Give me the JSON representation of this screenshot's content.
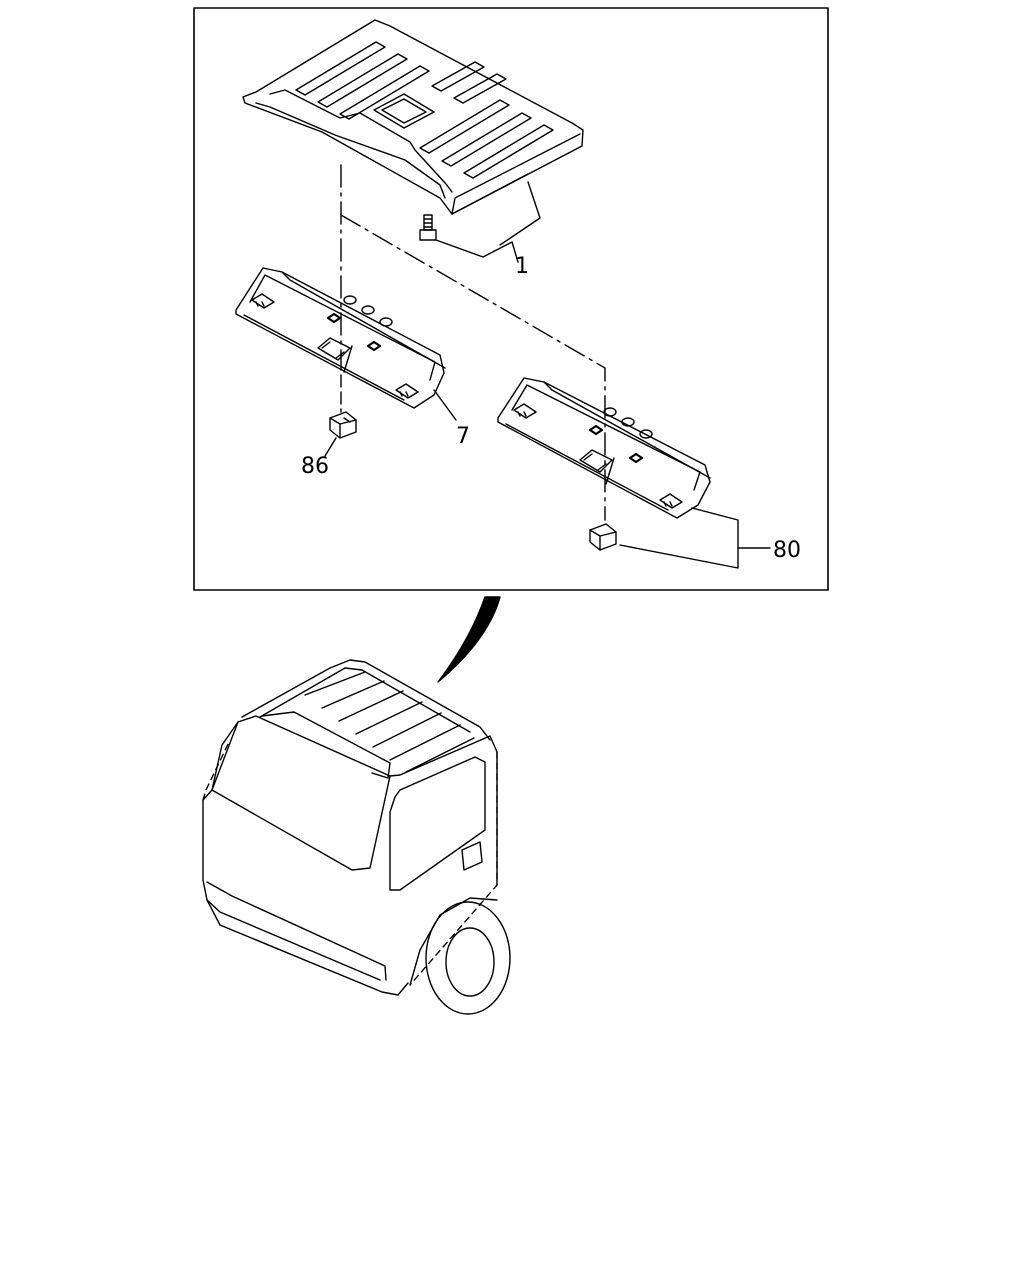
{
  "callouts": {
    "part_1": "1",
    "part_7": "7",
    "part_86": "86",
    "part_80": "80"
  },
  "colors": {
    "line": "#000000",
    "background": "#ffffff"
  }
}
